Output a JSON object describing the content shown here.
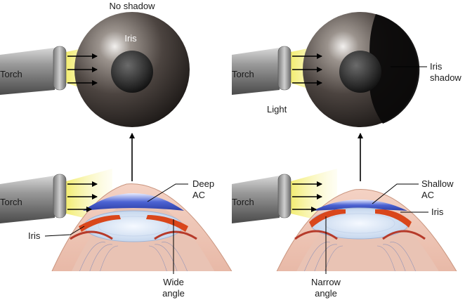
{
  "colors": {
    "beam": "#f4ef8a",
    "iris_dark": "#2b2522",
    "iris_mid": "#6e6560",
    "chamber": "#3d56c8",
    "lens": "#dfe9f6",
    "iris_tissue": "#d24a1f",
    "sclera": "#c44a3a"
  },
  "labels": {
    "no_shadow": "No shadow",
    "iris_top_left": "Iris",
    "torch": "Torch",
    "light": "Light",
    "iris_shadow_1": "Iris",
    "iris_shadow_2": "shadow",
    "deep_ac_1": "Deep",
    "deep_ac_2": "AC",
    "iris_bottom_left": "Iris",
    "wide_angle_1": "Wide",
    "wide_angle_2": "angle",
    "shallow_ac_1": "Shallow",
    "shallow_ac_2": "AC",
    "iris_bottom_right": "Iris",
    "narrow_angle_1": "Narrow",
    "narrow_angle_2": "angle"
  }
}
